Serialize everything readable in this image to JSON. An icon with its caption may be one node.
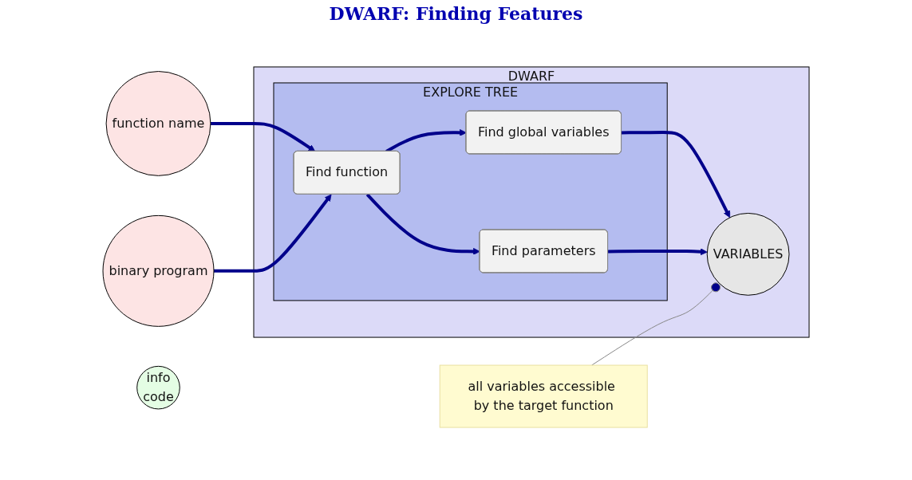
{
  "diagram": {
    "title": "DWARF: Finding Features",
    "nodes": [
      {
        "text": [
          "function name"
        ]
      },
      {
        "text": [
          "binary program"
        ]
      },
      {
        "text": [
          "info",
          "code"
        ]
      },
      {
        "text": [
          "DWARF"
        ]
      },
      {
        "text": [
          "EXPLORE TREE"
        ],
        "in": 3
      },
      {
        "text": [
          "Find function"
        ],
        "in": 4
      },
      {
        "text": [
          "Find global variables"
        ],
        "in": 4
      },
      {
        "text": [
          "Find parameters"
        ],
        "in": 4
      },
      {
        "text": [
          "VARIABLES"
        ],
        "in": 3
      },
      {
        "text": [
          "all variables accessible by the target function"
        ]
      }
    ],
    "edges": [
      {
        "from": 0,
        "to": 5,
        "arrow": "to"
      },
      {
        "from": 1,
        "to": 5,
        "arrow": "to"
      },
      {
        "from": 5,
        "to": 6,
        "arrow": "to"
      },
      {
        "from": 5,
        "to": 7,
        "arrow": "to"
      },
      {
        "from": 6,
        "to": 8,
        "arrow": "to"
      },
      {
        "from": 7,
        "to": 8,
        "arrow": "to"
      },
      {
        "from": 9,
        "to": 8,
        "arrow": "other",
        "color": "#888888"
      }
    ]
  }
}
